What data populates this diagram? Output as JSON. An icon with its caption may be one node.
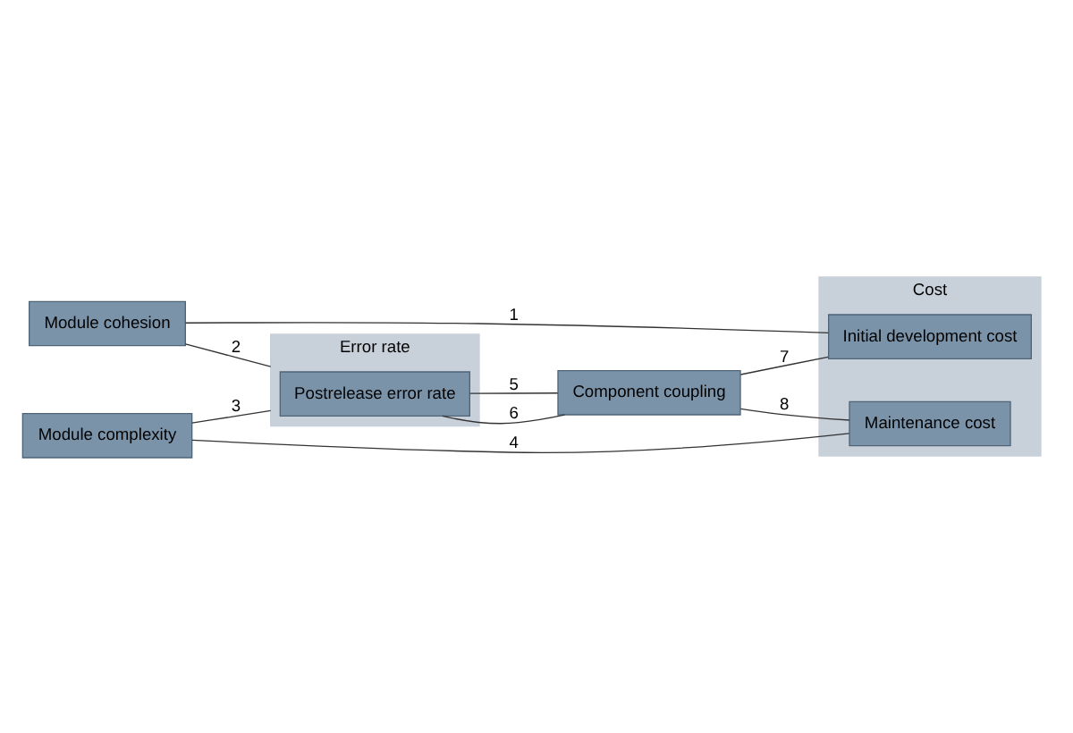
{
  "diagram": {
    "nodes": [
      {
        "text": [
          "Module cohesion"
        ]
      },
      {
        "text": [
          "Cost"
        ]
      },
      {
        "text": [
          "Initial development cost"
        ],
        "in": 1
      },
      {
        "text": [
          "Error rate"
        ]
      },
      {
        "text": [
          "Postrelease error rate"
        ],
        "in": 3
      },
      {
        "text": [
          "Component coupling"
        ]
      },
      {
        "text": [
          "Maintenance cost"
        ],
        "in": 1
      },
      {
        "text": [
          "Module complexity"
        ]
      }
    ],
    "edges": [
      {
        "from": 0,
        "to": 2,
        "arrow": "none",
        "label": "1"
      },
      {
        "from": 0,
        "to": 3,
        "arrow": "none",
        "label": "2"
      },
      {
        "from": 7,
        "to": 3,
        "arrow": "none",
        "label": "3"
      },
      {
        "from": 7,
        "to": 6,
        "arrow": "none",
        "label": "4"
      },
      {
        "from": 4,
        "to": 5,
        "arrow": "none",
        "label": "5"
      },
      {
        "from": 4,
        "to": 5,
        "arrow": "none",
        "label": "6"
      },
      {
        "from": 5,
        "to": 2,
        "arrow": "none",
        "label": "7"
      },
      {
        "from": 5,
        "to": 6,
        "arrow": "none",
        "label": "8"
      }
    ]
  }
}
